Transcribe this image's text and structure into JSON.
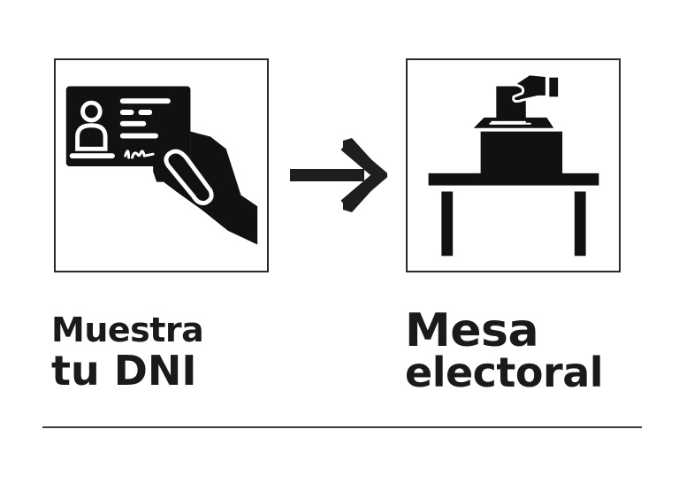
{
  "steps": [
    {
      "icon": "id-card-in-hand-icon",
      "title_line1": "Muestra",
      "title_line2": "tu DNI"
    },
    {
      "icon": "ballot-box-on-table-icon",
      "title_line1": "Mesa",
      "title_line2": "electoral"
    }
  ],
  "connector": {
    "icon": "arrow-right-icon"
  },
  "colors": {
    "ink": "#1a1a1a",
    "background": "#ffffff",
    "border": "#2a2a2a"
  }
}
